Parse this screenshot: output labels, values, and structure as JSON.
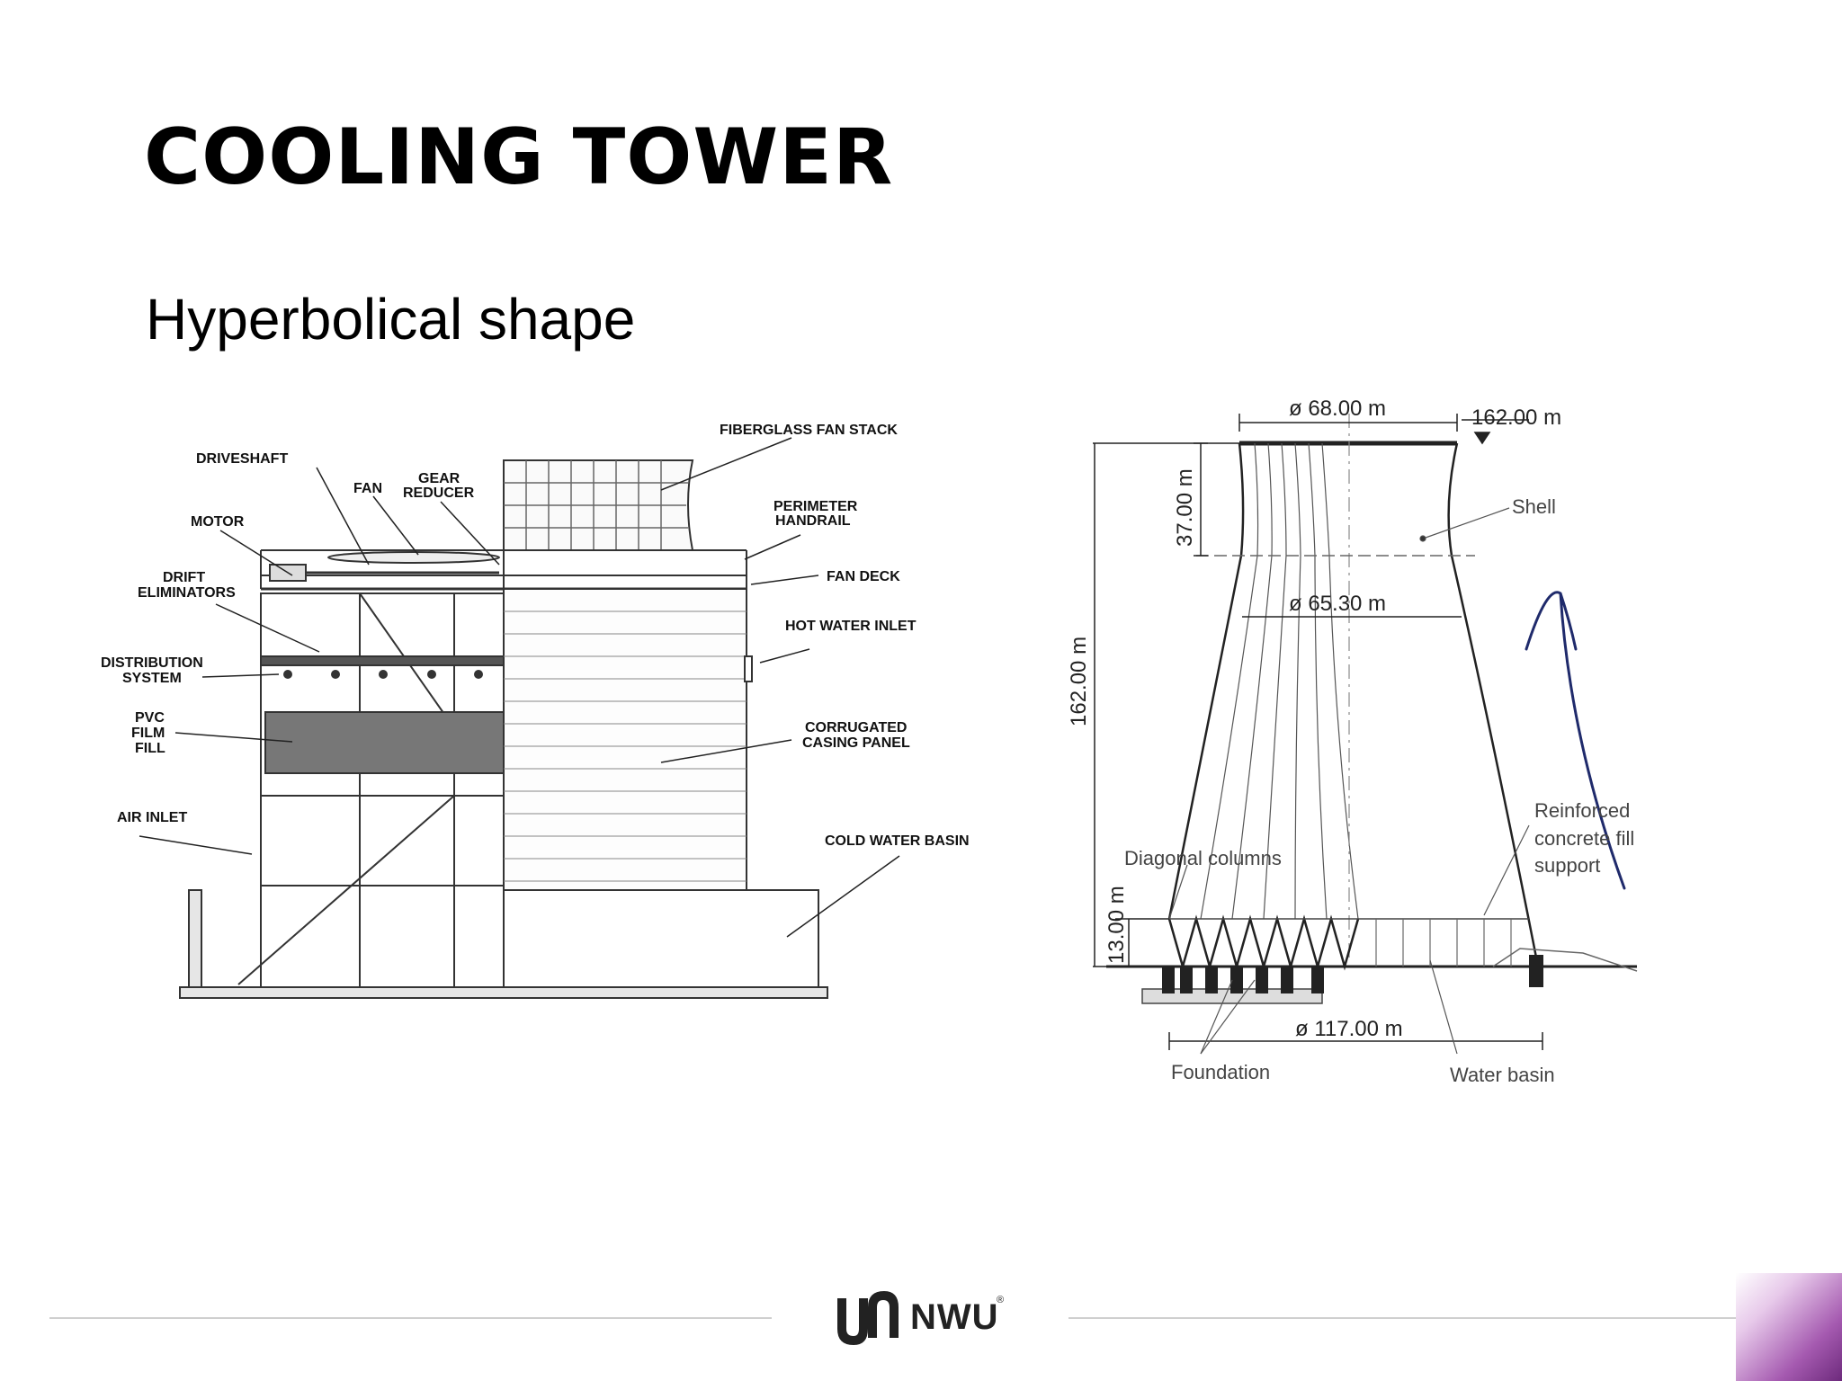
{
  "slide": {
    "title": "COOLING TOWER",
    "subtitle": "Hyperbolical shape"
  },
  "left_diagram": {
    "labels": {
      "fiberglass_fan_stack": "FIBERGLASS FAN STACK",
      "driveshaft": "DRIVESHAFT",
      "fan": "FAN",
      "gear": "GEAR",
      "reducer": "REDUCER",
      "motor": "MOTOR",
      "perimeter": "PERIMETER",
      "handrail": "HANDRAIL",
      "drift": "DRIFT",
      "eliminators": "ELIMINATORS",
      "fan_deck": "FAN DECK",
      "hot_water_inlet": "HOT WATER INLET",
      "distribution": "DISTRIBUTION",
      "system": "SYSTEM",
      "pvc": "PVC",
      "film": "FILM",
      "fill": "FILL",
      "corrugated": "CORRUGATED",
      "casing_panel": "CASING PANEL",
      "air_inlet": "AIR INLET",
      "cold_water_basin": "COLD WATER BASIN"
    }
  },
  "right_diagram": {
    "top_diameter": "ø 68.00 m",
    "top_elevation": "162.00 m",
    "throat_height": "37.00 m",
    "shell": "Shell",
    "throat_diameter": "ø 65.30 m",
    "total_height": "162.00 m",
    "fill_support_1": "Reinforced",
    "fill_support_2": "concrete fill",
    "fill_support_3": "support",
    "diagonal_columns": "Diagonal columns",
    "column_height": "13.00 m",
    "base_diameter": "ø 117.00 m",
    "foundation": "Foundation",
    "water_basin": "Water basin"
  },
  "footer": {
    "logo_text": "NWU",
    "logo_mark": "®"
  },
  "colors": {
    "annotation_ink": "#1f2a6b",
    "accent": "#7b2d8b"
  }
}
